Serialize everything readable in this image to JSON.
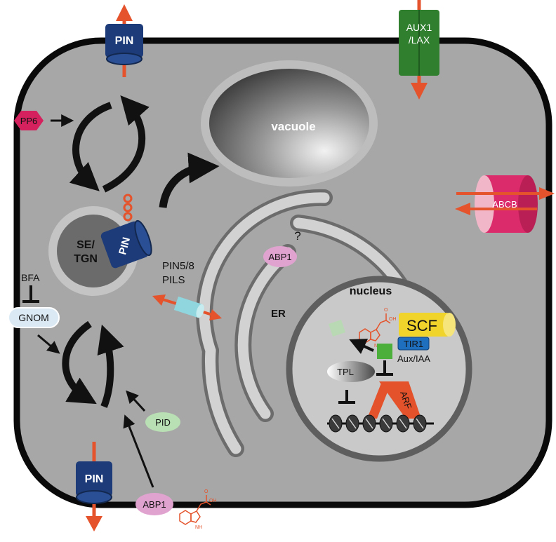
{
  "labels": {
    "pin_top": "PIN",
    "pin_bottom": "PIN",
    "pin_tgn": "PIN",
    "aux1_line1": "AUX1",
    "aux1_line2": "/LAX",
    "pp6": "PP6",
    "vacuole": "vacuole",
    "abcb": "ABCB",
    "se_line1": "SE/",
    "se_line2": "TGN",
    "question": "?",
    "abp1_er": "ABP1",
    "pin58_line1": "PIN5/8",
    "pin58_line2": "PILS",
    "bfa": "BFA",
    "gnom": "GNOM",
    "er": "ER",
    "nucleus": "nucleus",
    "oh": "OH",
    "o": "O",
    "nh": "NH",
    "scf": "SCF",
    "tir1": "TIR1",
    "aux_iaa": "Aux/IAA",
    "tpl": "TPL",
    "arf": "ARF",
    "pid": "PID",
    "abp1_bottom": "ABP1",
    "oh_bottom": "OH",
    "o_bottom": "O",
    "nh_bottom": "NH"
  },
  "colors": {
    "cell_fill": "#a7a7a7",
    "cell_wall": "#0a0a0a",
    "pin_blue": "#1d3b78",
    "auxin_arrow": "#e4532b",
    "aux1_green": "#2f7f2f",
    "pp6_red": "#d6215f",
    "abcb_pink": "#db2b6a",
    "abp1_pink": "#e0a3cf",
    "gnom_fill": "#dbe9f4",
    "pid_green": "#b9e0b4",
    "scf_yellow": "#f0d42b",
    "tir1_blue": "#1f6fbf",
    "aux_iaa_green": "#4caf3c",
    "arf_orange": "#e3522a",
    "pils_cyan": "#8fd6df"
  }
}
